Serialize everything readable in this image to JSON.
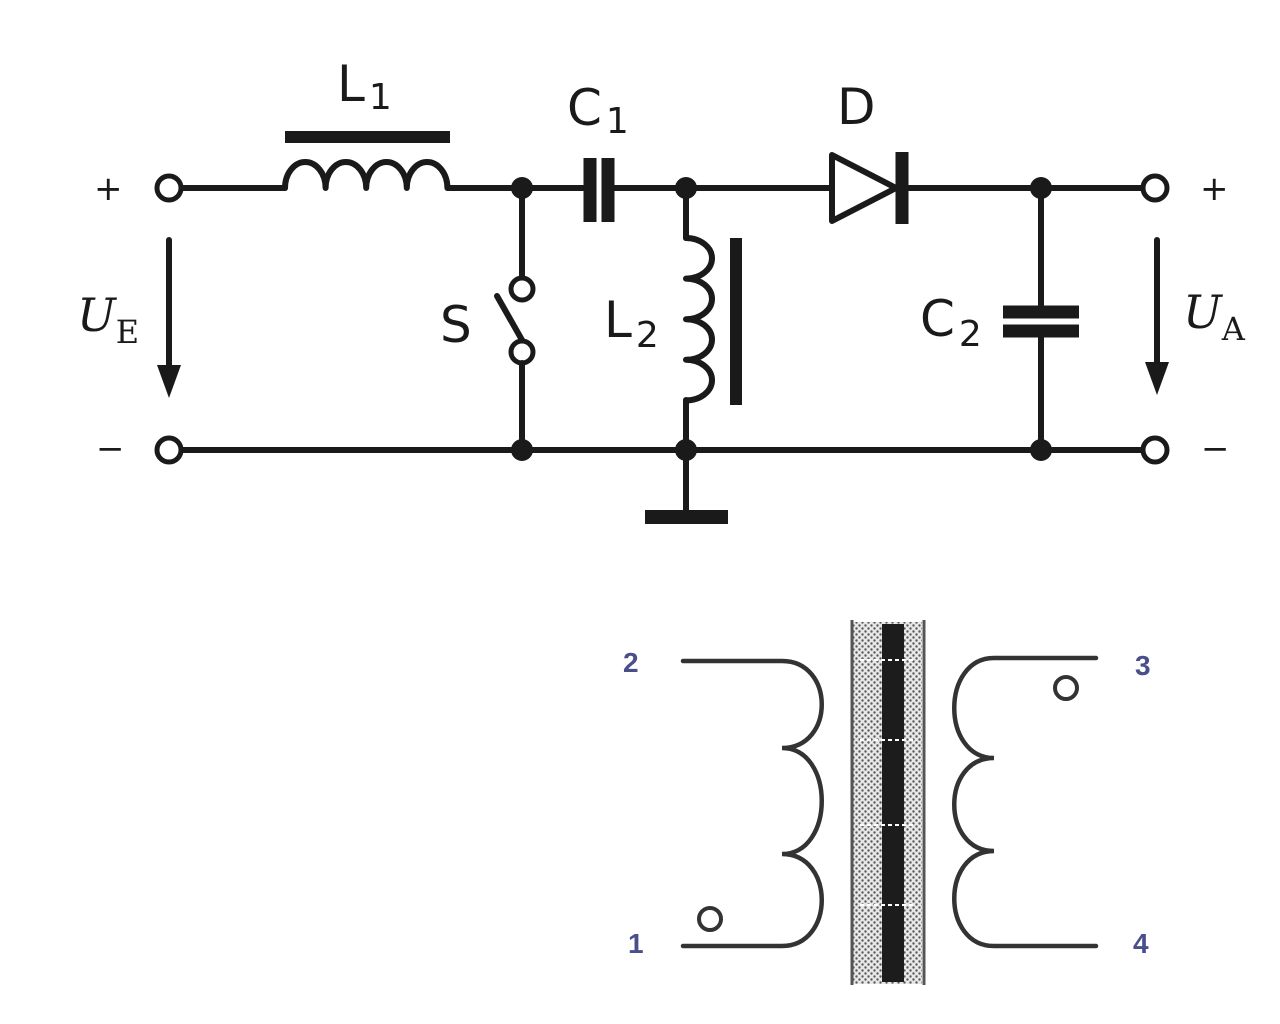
{
  "circuit": {
    "labels": {
      "L1": {
        "main": "L",
        "sub": "1"
      },
      "C1": {
        "main": "C",
        "sub": "1"
      },
      "D": "D",
      "S": "S",
      "L2": {
        "main": "L",
        "sub": "2"
      },
      "C2": {
        "main": "C",
        "sub": "2"
      },
      "UE": {
        "main": "U",
        "sub": "E"
      },
      "UA": {
        "main": "U",
        "sub": "A"
      },
      "in_plus": "+",
      "in_minus": "−",
      "out_plus": "+",
      "out_minus": "−"
    }
  },
  "transformer": {
    "pins": {
      "p1": "1",
      "p2": "2",
      "p3": "3",
      "p4": "4"
    },
    "pin_color": "#4a4f8c"
  }
}
